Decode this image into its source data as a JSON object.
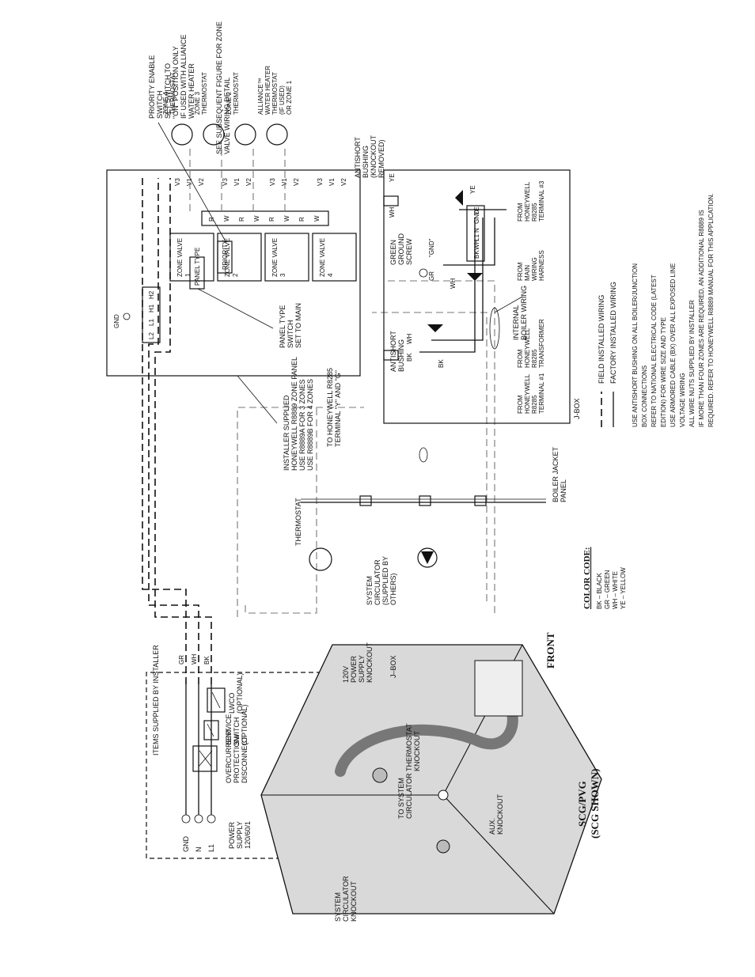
{
  "power": {
    "header": "ITEMS SUPPLIED BY INSTALLER",
    "terminals": [
      "GND",
      "N",
      "L1"
    ],
    "supply": [
      "POWER",
      "SUPPLY",
      "120/60/1"
    ],
    "overcurrent": [
      "OVERCURRENT",
      "PROTECTION/",
      "DISCONNECT"
    ],
    "service_switch": [
      "SERVICE",
      "SWITCH",
      "(OPTIONAL)"
    ],
    "lwco": [
      "LWCO",
      "(OPTIONAL)"
    ],
    "wire_labels": [
      "GR",
      "WH",
      "BK"
    ]
  },
  "zone_panel": {
    "header": [
      "SEE SUBSEQUENT FIGURE FOR ZONE",
      "VALVE WIRING DETAIL"
    ],
    "gnd_label": "GND",
    "line_terminals": [
      "L2",
      "L1",
      "H1",
      "H2"
    ],
    "zone_valves": [
      {
        "label": [
          "ZONE VALVE",
          "1"
        ],
        "terms": [
          "V3",
          "V1",
          "V2"
        ]
      },
      {
        "label": [
          "ZONE VALVE",
          "2"
        ],
        "terms": [
          "V3",
          "V1",
          "V2"
        ]
      },
      {
        "label": [
          "ZONE VALVE",
          "3"
        ],
        "terms": [
          "V3",
          "V1",
          "V2"
        ]
      },
      {
        "label": [
          "ZONE VALVE",
          "4"
        ],
        "terms": [
          "V3",
          "V1",
          "V2"
        ]
      }
    ],
    "thermo_terms": [
      "R",
      "W",
      "R",
      "W",
      "R",
      "W",
      "R",
      "W"
    ],
    "panel_type_switch": "PANEL TYPE",
    "priority_switch": "PRIORITY",
    "panel_callout": [
      "PANEL TYPE",
      "SWITCH",
      "SET TO MAIN"
    ],
    "installer_callout": [
      "INSTALLER SUPPLIED",
      "HONEYWELL R8889 ZONE PANEL",
      "USE R8889A FOR 3 ZONES",
      "USE R8889B FOR 4 ZONES"
    ],
    "priority_callout": [
      "PRIORITY ENABLE",
      "SWITCH",
      "SET SWITCH TO",
      "\"ON\" POSITION ONLY",
      "IF USED WITH ALLIANCE",
      "WATER HEATER"
    ]
  },
  "thermostats": [
    [
      "ALLIANCE™",
      "WATER HEATER",
      "THERMOSTAT",
      "(IF USED)",
      "OR ZONE 1"
    ],
    [
      "ZONE 2",
      "THERMOSTAT"
    ],
    [
      "ZONE 3",
      "THERMOSTAT"
    ],
    [
      "ZONE 4",
      "THERMOSTAT"
    ]
  ],
  "field": {
    "thermostat": "THERMOSTAT",
    "to_honeywell": [
      "TO HONEYWELL R8285",
      "TERMINAL \"Y\" AND \"G\""
    ],
    "circulator": [
      "SYSTEM",
      "CIRCULATOR",
      "(SUPPLIED BY",
      "OTHERS)"
    ],
    "jacket": [
      "BOILER JACKET",
      "PANEL"
    ]
  },
  "jbox": {
    "title": "J-BOX",
    "antishort_top": [
      "ANTISHORT",
      "BUSHING",
      "(KNOCKOUT",
      "REMOVED)"
    ],
    "antishort_bottom": [
      "ANTISHORT",
      "BUSHING"
    ],
    "ground_screw": [
      "GREEN",
      "GROUND",
      "SCREW"
    ],
    "gnd": "\"GND\"",
    "internal": [
      "INTERNAL",
      "BOILER WIRING"
    ],
    "wire_tags": [
      "YE",
      "WH",
      "GR",
      "WH",
      "BK",
      "BK",
      "WH",
      "YE"
    ],
    "block_terms": [
      "BK",
      "WH",
      "L1",
      "N",
      "GND",
      "YE"
    ],
    "from1": [
      "FROM",
      "HONEYWELL",
      "R8285",
      "TERMINAL #1"
    ],
    "from2": [
      "FROM",
      "HONEYWELL",
      "R8285",
      "TRANSFORMER"
    ],
    "from3": [
      "FROM",
      "MAIN",
      "WIRING",
      "HARNESS"
    ],
    "from4": [
      "FROM",
      "HONEYWELL",
      "R8285",
      "TERMINAL #3"
    ]
  },
  "legend": {
    "field": "FIELD INSTALLED WIRING",
    "factory": "FACTORY INSTALLED WIRING"
  },
  "notes": [
    "USE ANTISHORT BUSHING ON ALL BOILER/JUNCTION",
    "BOX CONNECTIONS",
    "REFER TO NATIONAL ELECTRICAL CODE (LATEST",
    "EDITION) FOR WIRE SIZE AND TYPE",
    "USE ARMORED CABLE (BX) OVER ALL EXPOSED LINE",
    "VOLTAGE WIRING",
    "ALL WIRE NUTS SUPPLIED BY INSTALLER",
    "IF MORE THAN FOUR ZONES ARE REQUIRED, AN ADDITIONAL R8889 IS",
    "REQUIRED. REFER TO HONEYWELL R8889 MANUAL FOR THIS APPLICATION."
  ],
  "color_code": {
    "title": "COLOR CODE:",
    "items": [
      "BK – BLACK",
      "GR – GREEN",
      "WH – WHITE",
      "YE – YELLOW"
    ]
  },
  "boiler": {
    "model": [
      "SCG/PVG",
      "(SCG SHOWN)"
    ],
    "front": "FRONT",
    "power_knockout": [
      "120V",
      "POWER",
      "SUPPLY",
      "KNOCKOUT"
    ],
    "jbox": "J–BOX",
    "thermostat_knockout": [
      "THERMOSTAT",
      "KNOCKOUT"
    ],
    "to_circulator": [
      "TO SYSTEM",
      "CIRCULATOR"
    ],
    "aux_knockout": [
      "AUX.",
      "KNOCKOUT"
    ],
    "circ_knockout": [
      "SYSTEM",
      "CIRCULATOR",
      "KNOCKOUT"
    ]
  }
}
